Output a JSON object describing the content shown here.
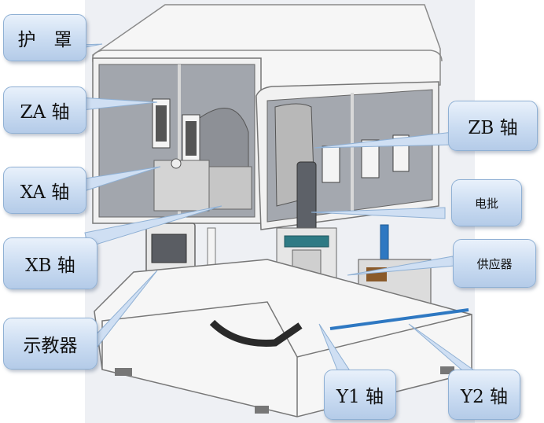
{
  "labels": {
    "cover": "护　罩",
    "za_axis": "ZA 轴",
    "xa_axis": "XA 轴",
    "xb_axis": "XB 轴",
    "teach_pendant": "示教器",
    "zb_axis": "ZB 轴",
    "screwdriver": "电批",
    "feeder": "供应器",
    "y1_axis": "Y1 轴",
    "y2_axis": "Y2 轴"
  },
  "colors": {
    "callout_fill": "#c9dbf1",
    "callout_border": "#8fb0d4",
    "frame_white": "#f2f2f2",
    "glass": "#9a9ea6",
    "rail_blue": "#2e78c2"
  }
}
